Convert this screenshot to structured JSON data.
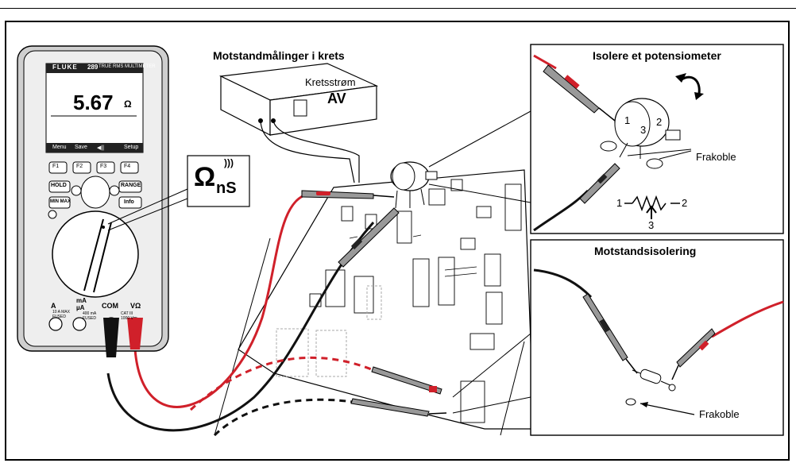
{
  "title": "Motstandmålinger i krets",
  "circuit_power": {
    "label": "Kretsstrøm",
    "state": "AV"
  },
  "inset_potentiometer": {
    "title": "Isolere et potensiometer",
    "pins": [
      "1",
      "3",
      "2"
    ],
    "disconnect": "Frakoble",
    "schematic": {
      "left": "1",
      "right": "2",
      "wiper": "3"
    }
  },
  "inset_resistor": {
    "title": "Motstandsisolering",
    "disconnect": "Frakoble"
  },
  "meter": {
    "brand": "FLUKE",
    "model": "289",
    "model_desc": "TRUE RMS MULTIMETER",
    "reading": "5.67",
    "unit": "Ω",
    "softkeys": [
      "Menu",
      "Save",
      "◀||",
      "",
      "Setup"
    ],
    "fkeys": [
      "F1",
      "F2",
      "F3",
      "F4"
    ],
    "buttons": {
      "hold": "HOLD",
      "range": "RANGE",
      "minmax": "MIN MAX",
      "info": "Info"
    },
    "jacks": {
      "a": "A",
      "ma": "mA\nµA",
      "com": "COM",
      "v": "VΩ"
    },
    "fused_a": "10 A MAX\nFUSED",
    "fused_ma": "400 mA\nFUSED",
    "cat": "CAT III\n1000 V"
  },
  "callout": {
    "symbol": "Ω",
    "unit": "nS"
  },
  "colors": {
    "probe_red": "#d0202a",
    "probe_black": "#111111",
    "panel": "#f2f2f2"
  }
}
